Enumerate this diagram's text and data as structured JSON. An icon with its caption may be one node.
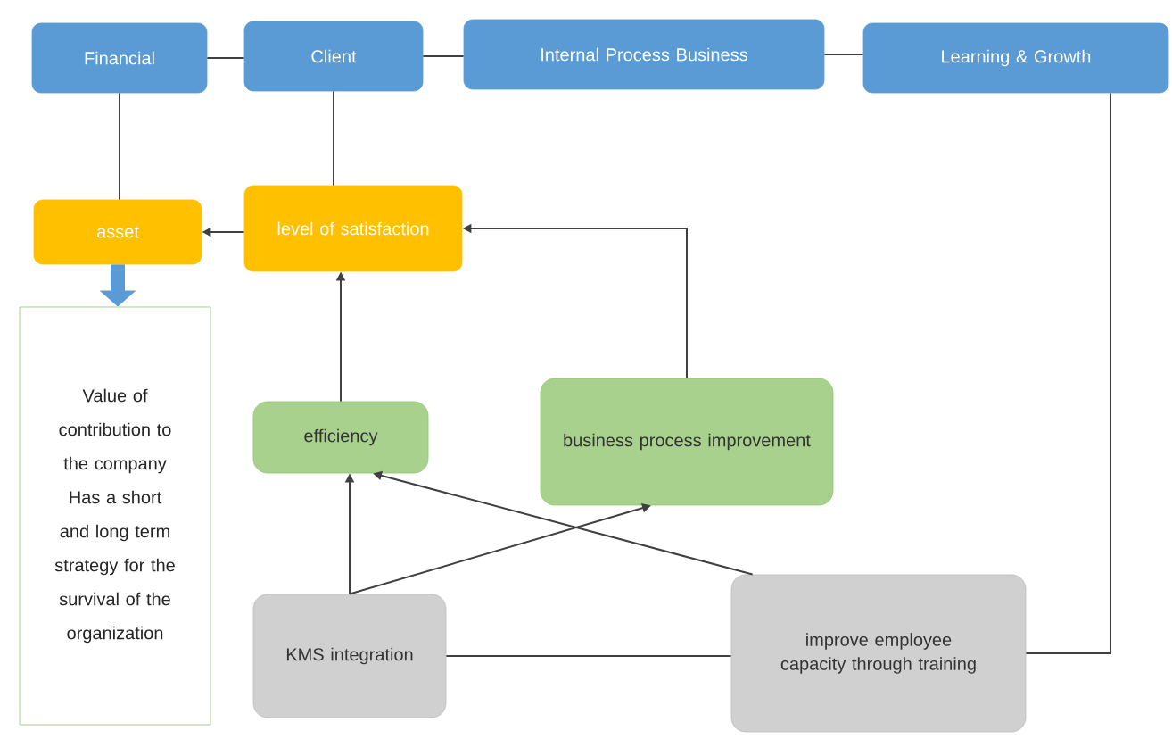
{
  "diagram": {
    "nodes": [
      {
        "text": [
          "Financial"
        ]
      },
      {
        "text": [
          "Client"
        ]
      },
      {
        "text": [
          "Internal Process Business"
        ]
      },
      {
        "text": [
          "Learning & Growth"
        ]
      },
      {
        "text": [
          "asset"
        ]
      },
      {
        "text": [
          "level of satisfaction"
        ]
      },
      {
        "text": [
          "Value of contribution to the company",
          "Has a short and long term strategy for the survival of the organization"
        ]
      },
      {
        "text": [
          "efficiency"
        ]
      },
      {
        "text": [
          "business process improvement"
        ]
      },
      {
        "text": [
          "KMS integration"
        ]
      },
      {
        "text": [
          "improve employee capacity through training"
        ]
      }
    ],
    "edges": [
      {
        "from": 0,
        "to": 1,
        "arrow": "none"
      },
      {
        "from": 1,
        "to": 2,
        "arrow": "none"
      },
      {
        "from": 2,
        "to": 3,
        "arrow": "none"
      },
      {
        "from": 0,
        "to": 4,
        "arrow": "none"
      },
      {
        "from": 1,
        "to": 5,
        "arrow": "none"
      },
      {
        "from": 5,
        "to": 4,
        "arrow": "to"
      },
      {
        "from": 4,
        "to": 6,
        "arrow": "to",
        "style": "thick",
        "color": "#5b9bd5"
      },
      {
        "from": 7,
        "to": 5,
        "arrow": "to"
      },
      {
        "from": 8,
        "to": 5,
        "arrow": "to"
      },
      {
        "from": 9,
        "to": 7,
        "arrow": "to"
      },
      {
        "from": 9,
        "to": 8,
        "arrow": "to"
      },
      {
        "from": 10,
        "to": 7,
        "arrow": "to"
      },
      {
        "from": 9,
        "to": 10,
        "arrow": "none"
      },
      {
        "from": 10,
        "to": 3,
        "arrow": "none"
      }
    ]
  }
}
